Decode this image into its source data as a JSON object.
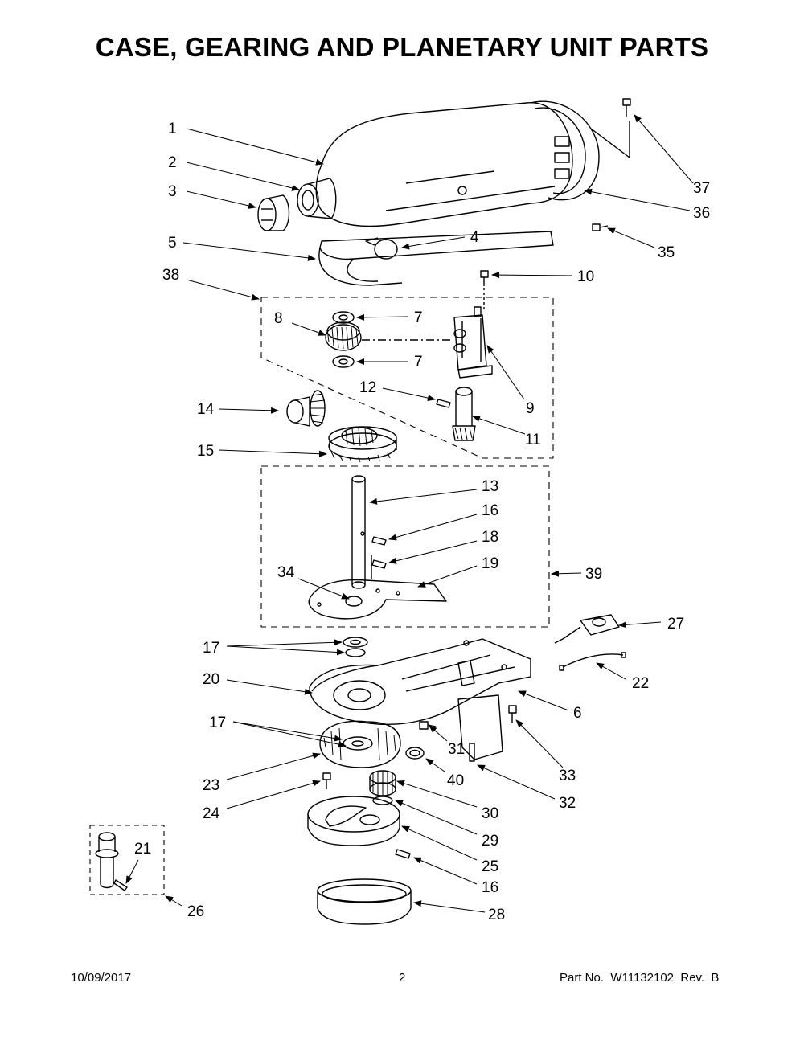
{
  "title": "CASE, GEARING AND PLANETARY UNIT PARTS",
  "callouts": {
    "c1": "1",
    "c2": "2",
    "c3": "3",
    "c4": "4",
    "c5": "5",
    "c6": "6",
    "c7a": "7",
    "c7b": "7",
    "c8": "8",
    "c9": "9",
    "c10": "10",
    "c11": "11",
    "c12": "12",
    "c13": "13",
    "c14": "14",
    "c15": "15",
    "c16a": "16",
    "c16b": "16",
    "c17a": "17",
    "c17b": "17",
    "c18": "18",
    "c19": "19",
    "c20": "20",
    "c21": "21",
    "c22": "22",
    "c23": "23",
    "c24": "24",
    "c25": "25",
    "c26": "26",
    "c27": "27",
    "c28": "28",
    "c29": "29",
    "c30": "30",
    "c31": "31",
    "c32": "32",
    "c33": "33",
    "c34": "34",
    "c35": "35",
    "c36": "36",
    "c37": "37",
    "c38": "38",
    "c39": "39",
    "c40": "40"
  },
  "footer": {
    "date": "10/09/2017",
    "page": "2",
    "part": "Part No.  W11132102  Rev.  B"
  }
}
